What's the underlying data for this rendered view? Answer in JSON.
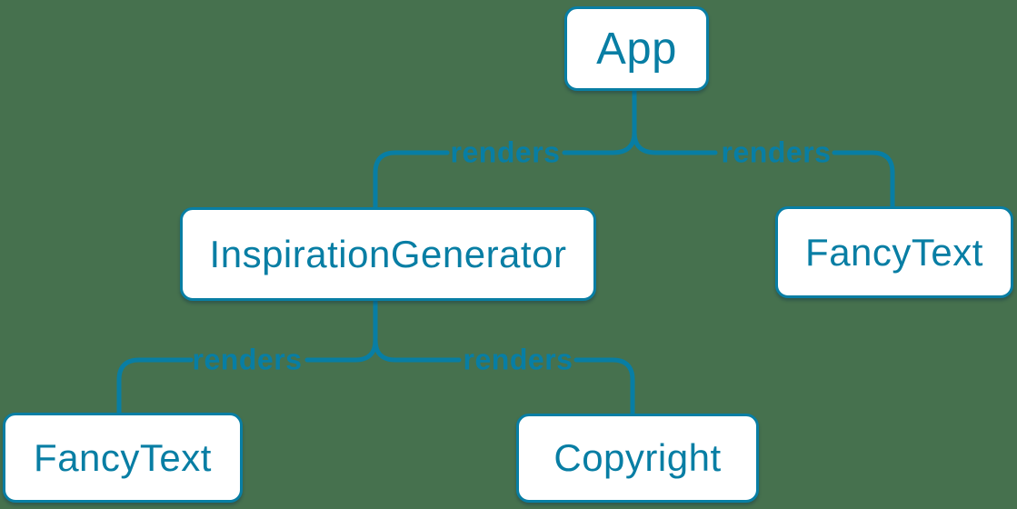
{
  "diagram": {
    "type": "component-render-tree",
    "nodes": [
      {
        "id": "app",
        "label": "App"
      },
      {
        "id": "inspiration-generator",
        "label": "InspirationGenerator"
      },
      {
        "id": "fancy-text-top",
        "label": "FancyText"
      },
      {
        "id": "fancy-text-bottom",
        "label": "FancyText"
      },
      {
        "id": "copyright",
        "label": "Copyright"
      }
    ],
    "edges": [
      {
        "from": "App",
        "to": "InspirationGenerator",
        "label": "renders"
      },
      {
        "from": "App",
        "to": "FancyText",
        "label": "renders"
      },
      {
        "from": "InspirationGenerator",
        "to": "FancyText",
        "label": "renders"
      },
      {
        "from": "InspirationGenerator",
        "to": "Copyright",
        "label": "renders"
      }
    ]
  },
  "colors": {
    "background": "#46714e",
    "accent": "#087ea4",
    "box_fill": "#ffffff"
  }
}
